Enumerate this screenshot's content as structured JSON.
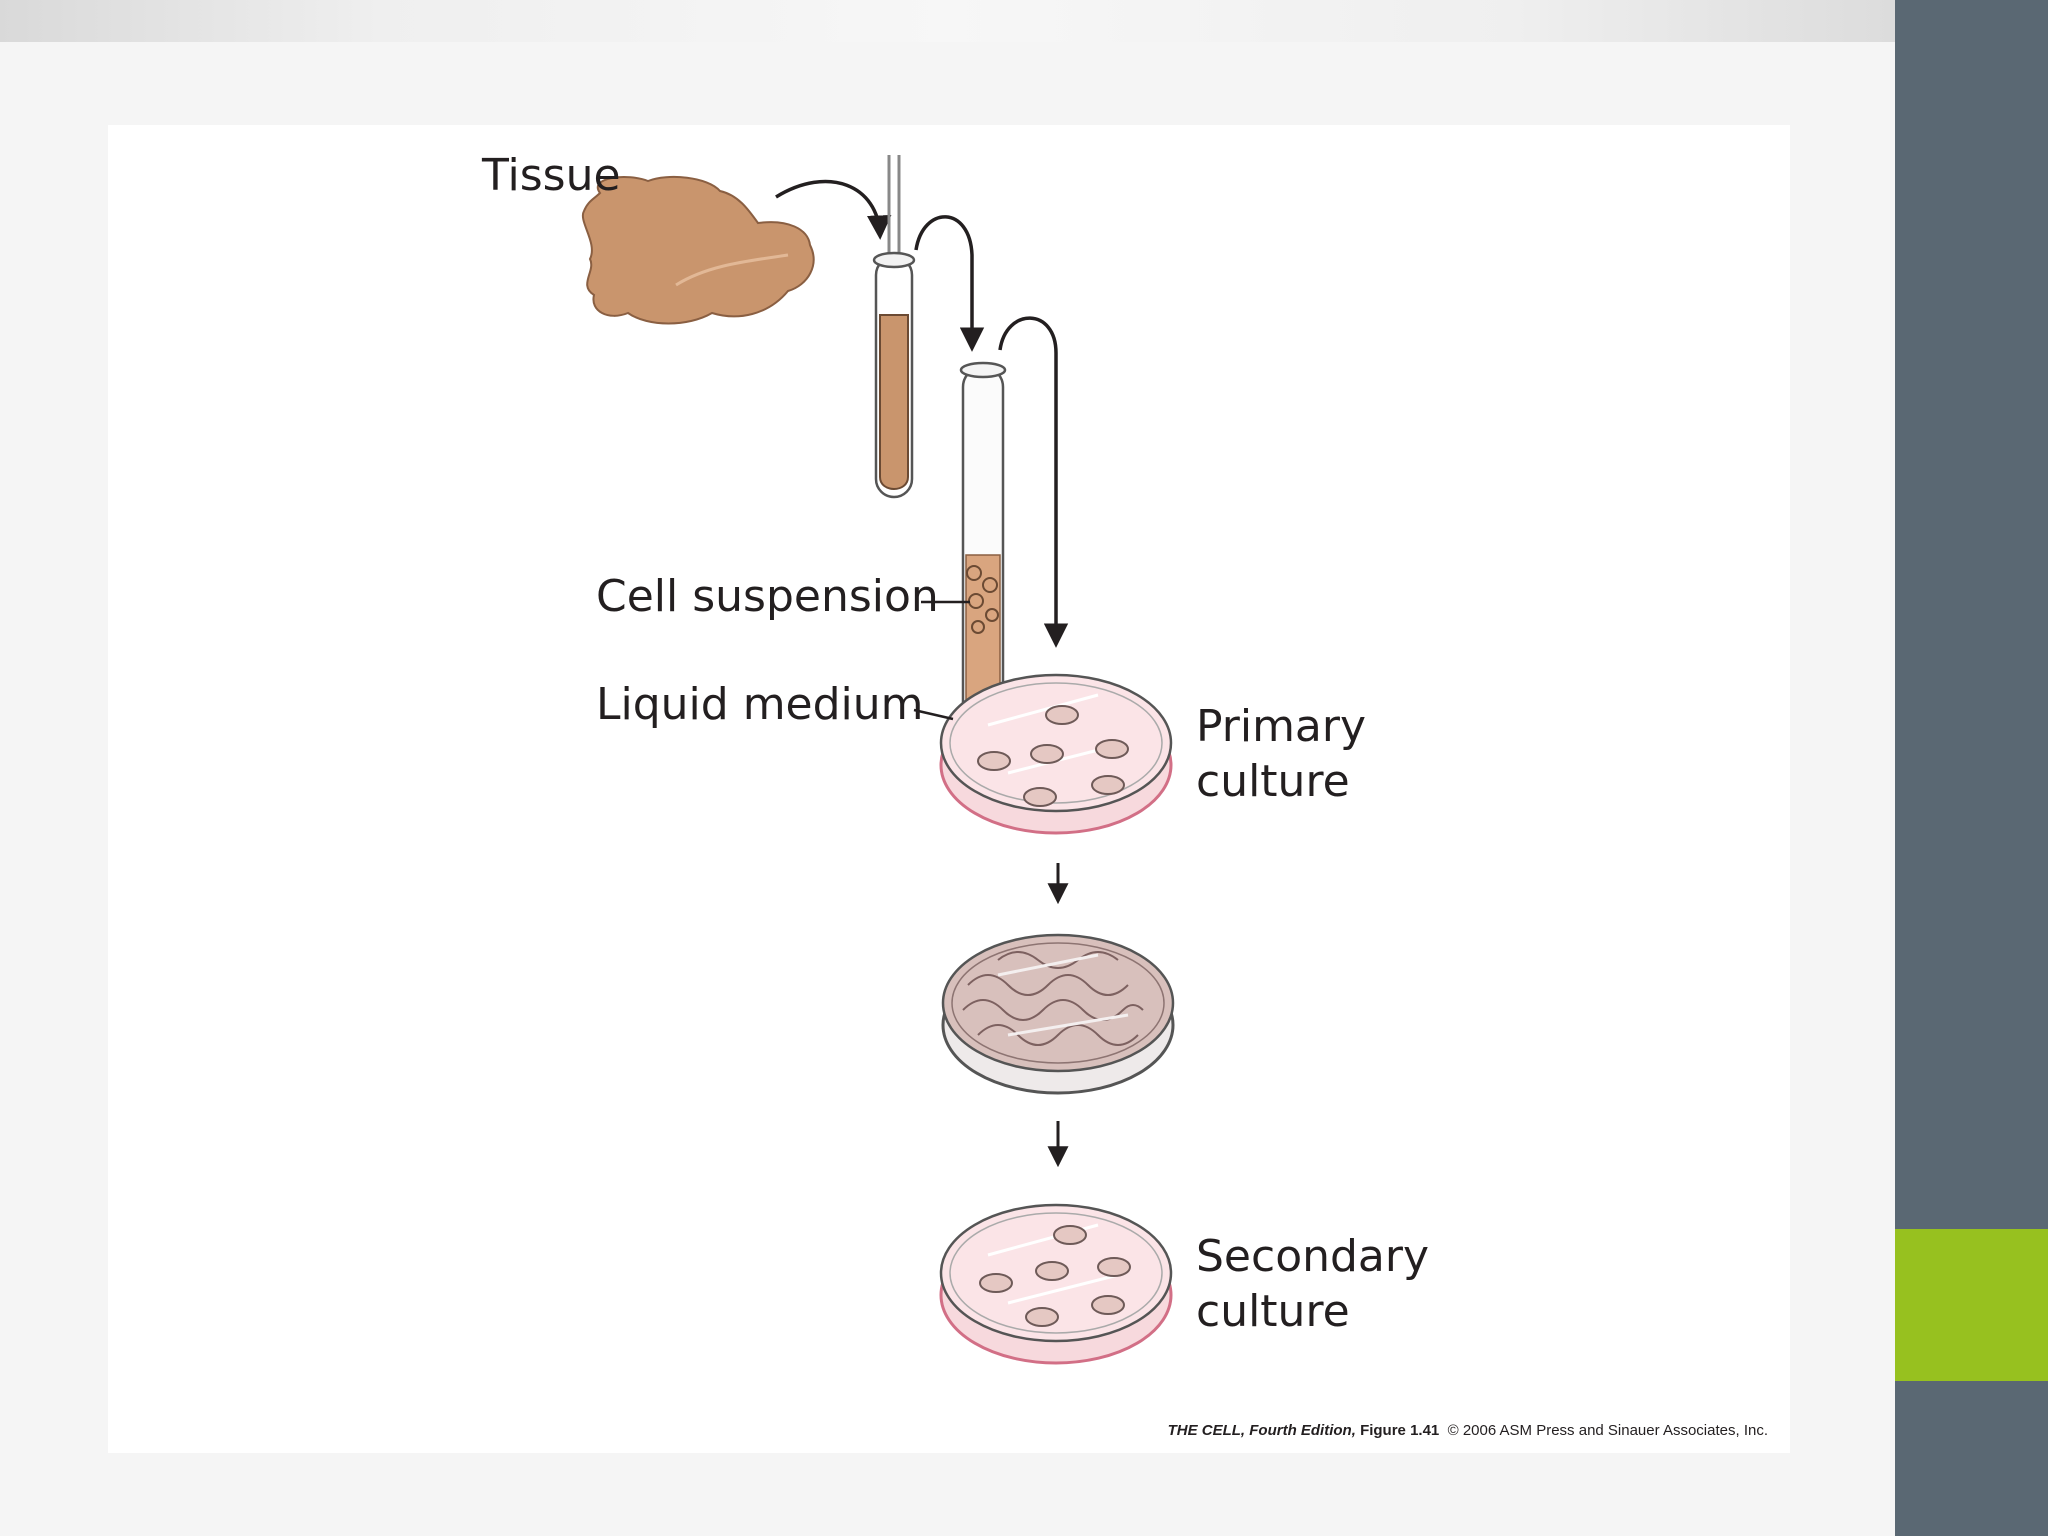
{
  "labels": {
    "tissue": "Tissue",
    "cell_suspension": "Cell suspension",
    "liquid_medium": "Liquid medium",
    "primary_culture_line1": "Primary",
    "primary_culture_line2": "culture",
    "secondary_culture_line1": "Secondary",
    "secondary_culture_line2": "culture"
  },
  "credit": {
    "title": "THE CELL, Fourth Edition,",
    "figure": "Figure 1.41",
    "copyright": "© 2006 ASM Press and Sinauer Associates, Inc."
  },
  "colors": {
    "tissue": "#c9956d",
    "medium": "#f6d6da",
    "dish_rim": "#d26f86",
    "side_panel": "#5a6873",
    "accent": "#97c11f"
  },
  "icons": [
    "tissue-blob",
    "pipette",
    "test-tube",
    "petri-dish",
    "arrow"
  ]
}
